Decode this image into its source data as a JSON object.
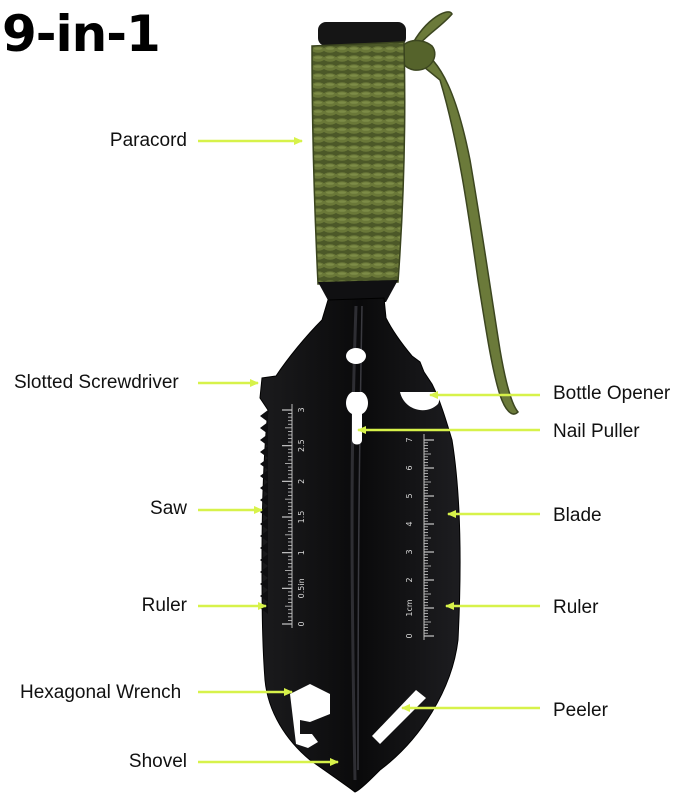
{
  "headline": "9-in-1",
  "labels": {
    "paracord": "Paracord",
    "slotted_screwdriver": "Slotted Screwdriver",
    "saw": "Saw",
    "ruler_left": "Ruler",
    "hexagonal_wrench": "Hexagonal Wrench",
    "shovel": "Shovel",
    "bottle_opener": "Bottle Opener",
    "nail_puller": "Nail Puller",
    "blade": "Blade",
    "ruler_right": "Ruler",
    "peeler": "Peeler"
  },
  "inch_ruler": {
    "ticks": [
      "0",
      "0.5in",
      "1",
      "1.5",
      "2",
      "2.5",
      "3"
    ]
  },
  "cm_ruler": {
    "ticks": [
      "0",
      "1cm",
      "2",
      "3",
      "4",
      "5",
      "6",
      "7"
    ]
  },
  "colors": {
    "arrow": "#d7f24a",
    "blade": "#0e0e10",
    "paracord": "#4e5a2a"
  }
}
